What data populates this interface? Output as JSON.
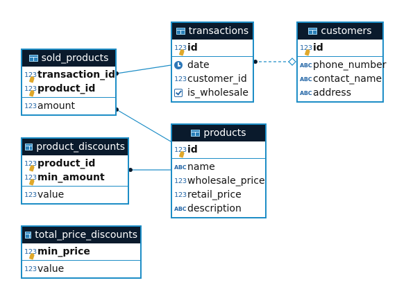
{
  "tables": [
    {
      "id": "transactions",
      "title": "transactions",
      "sections": [
        [
          {
            "name": "id",
            "type": "number",
            "pk": true
          }
        ],
        [
          {
            "name": "date",
            "type": "date",
            "pk": false
          },
          {
            "name": "customer_id",
            "type": "number",
            "pk": false
          },
          {
            "name": "is_wholesale",
            "type": "boolean",
            "pk": false
          }
        ]
      ]
    },
    {
      "id": "customers",
      "title": "customers",
      "sections": [
        [
          {
            "name": "id",
            "type": "number",
            "pk": true
          }
        ],
        [
          {
            "name": "phone_number",
            "type": "text",
            "pk": false
          },
          {
            "name": "contact_name",
            "type": "text",
            "pk": false
          },
          {
            "name": "address",
            "type": "text",
            "pk": false
          }
        ]
      ]
    },
    {
      "id": "sold_products",
      "title": "sold_products",
      "sections": [
        [
          {
            "name": "transaction_id",
            "type": "number",
            "pk": true
          },
          {
            "name": "product_id",
            "type": "number",
            "pk": true
          }
        ],
        [
          {
            "name": "amount",
            "type": "number",
            "pk": false
          }
        ]
      ]
    },
    {
      "id": "products",
      "title": "products",
      "sections": [
        [
          {
            "name": "id",
            "type": "number",
            "pk": true
          }
        ],
        [
          {
            "name": "name",
            "type": "text",
            "pk": false
          },
          {
            "name": "wholesale_price",
            "type": "number",
            "pk": false
          },
          {
            "name": "retail_price",
            "type": "number",
            "pk": false
          },
          {
            "name": "description",
            "type": "text",
            "pk": false
          }
        ]
      ]
    },
    {
      "id": "product_discounts",
      "title": "product_discounts",
      "sections": [
        [
          {
            "name": "product_id",
            "type": "number",
            "pk": true
          },
          {
            "name": "min_amount",
            "type": "number",
            "pk": true
          }
        ],
        [
          {
            "name": "value",
            "type": "number",
            "pk": false
          }
        ]
      ]
    },
    {
      "id": "total_price_discounts",
      "title": "total_price_discounts",
      "sections": [
        [
          {
            "name": "min_price",
            "type": "number",
            "pk": true
          }
        ],
        [
          {
            "name": "value",
            "type": "number",
            "pk": false
          }
        ]
      ]
    }
  ],
  "relationships": [
    {
      "from": "sold_products",
      "to": "transactions",
      "style": "solid"
    },
    {
      "from": "transactions",
      "to": "customers",
      "style": "dashed"
    },
    {
      "from": "sold_products",
      "to": "products",
      "style": "solid"
    },
    {
      "from": "product_discounts",
      "to": "products",
      "style": "solid"
    }
  ],
  "type_icons": {
    "number": "123",
    "text": "ABC",
    "date": "clock-icon",
    "boolean": "checkbox-icon"
  },
  "colors": {
    "border": "#1d8dc6",
    "header_bg": "#0a1a2c",
    "header_text": "#ffffff",
    "icon": "#2869a8",
    "key": "#e0a82a"
  }
}
